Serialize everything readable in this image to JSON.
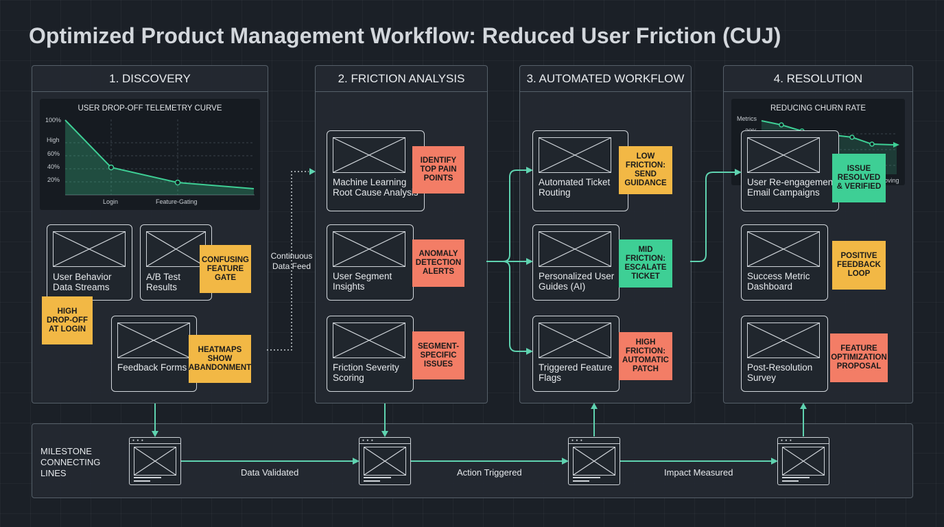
{
  "title": "Optimized Product Management Workflow: Reduced User Friction (CUJ)",
  "colors": {
    "background": "#1b2027",
    "accent_teal": "#5fd3b0",
    "note_yellow": "#f2b845",
    "note_salmon": "#f37d66",
    "note_green": "#3ecf95"
  },
  "phases": [
    {
      "label": "1. DISCOVERY"
    },
    {
      "label": "2. FRICTION ANALYSIS"
    },
    {
      "label": "3. AUTOMATED WORKFLOW"
    },
    {
      "label": "4. RESOLUTION"
    }
  ],
  "discovery": {
    "chart": {
      "title": "USER DROP-OFF TELEMETRY CURVE",
      "y_ticks": [
        "100%",
        "High",
        "60%",
        "40%",
        "20%"
      ],
      "x_ticks": [
        "Login",
        "Feature-Gating"
      ]
    },
    "cards": [
      "User Behavior Data Streams",
      "A/B Test Results",
      "Feedback Forms"
    ],
    "notes": [
      "CONFUSING FEATURE GATE",
      "HIGH DROP-OFF AT LOGIN",
      "HEATMAPS SHOW ABANDONMENT"
    ]
  },
  "feed_label": "Continuous Data Feed",
  "friction": {
    "cards": [
      "Machine Learning Root Cause Analysis",
      "User Segment Insights",
      "Friction Severity Scoring"
    ],
    "notes": [
      "IDENTIFY TOP PAIN POINTS",
      "ANOMALY DETECTION ALERTS",
      "SEGMENT-SPECIFIC ISSUES"
    ]
  },
  "automated": {
    "cards": [
      "Automated Ticket Routing",
      "Personalized User Guides (AI)",
      "Triggered Feature Flags"
    ],
    "notes": [
      "LOW FRICTION: SEND GUIDANCE",
      "MID FRICTION: ESCALATE TICKET",
      "HIGH FRICTION: AUTOMATIC PATCH"
    ]
  },
  "resolution": {
    "chart": {
      "title": "REDUCING CHURN RATE",
      "y_label": "Metrics",
      "y_tick": "20%",
      "x_tick": "Improving"
    },
    "cards": [
      "User Re-engagement Email Campaigns",
      "Success Metric Dashboard",
      "Post-Resolution Survey"
    ],
    "notes": [
      "ISSUE RESOLVED & VERIFIED",
      "POSITIVE FEEDBACK LOOP",
      "FEATURE OPTIMIZATION PROPOSAL"
    ]
  },
  "milestones": {
    "label": "MILESTONE CONNECTING LINES",
    "steps": [
      "Data Validated",
      "Action Triggered",
      "Impact Measured"
    ]
  }
}
